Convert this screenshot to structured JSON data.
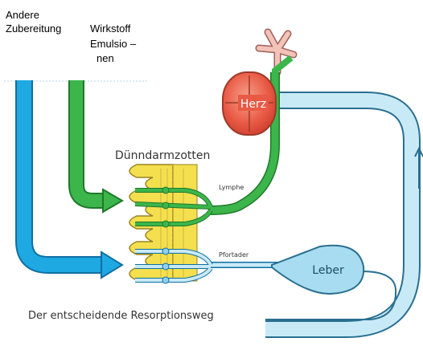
{
  "labels": {
    "andere_line1": "Andere",
    "andere_line2": "Zubereitung",
    "wirkstoff_line1": "Wirkstoff",
    "wirkstoff_line2": "Emulsio –",
    "wirkstoff_line3": "nen",
    "herz": "Herz",
    "duenndarmzotten": "Dünndarmzotten",
    "lymphe": "Lymphe",
    "pfortader": "Pfortader",
    "leber": "Leber",
    "caption": "Der entscheidende Resorptionsweg"
  },
  "colors": {
    "green": "#3cb54a",
    "blue": "#1fa9e3",
    "light_blue": "#c8eaf7",
    "outline_blue": "#2a6f8f",
    "yellow": "#f4df4e",
    "heart_red": "#e85a45",
    "leber_blue": "#a8dcf0"
  }
}
